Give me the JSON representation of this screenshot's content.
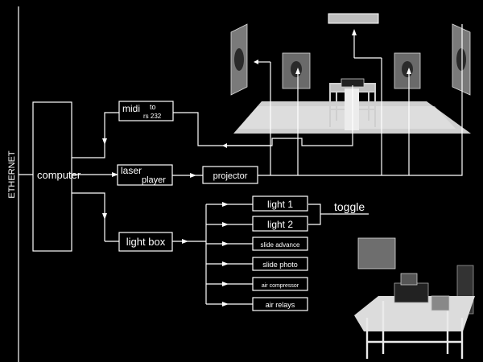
{
  "labels": {
    "ethernet": "ETHERNET",
    "computer": "computer",
    "midi_line1": "midi",
    "midi_to": "to",
    "midi_line2": "rs 232",
    "laser_line1": "laser",
    "laser_line2": "player",
    "projector": "projector",
    "light_box": "light box",
    "light1": "light 1",
    "light2": "light 2",
    "toggle": "toggle",
    "slide_advance": "slide advance",
    "slide_photo": "slide photo",
    "air_compressor": "air compressor",
    "air_relays": "air relays"
  },
  "colors": {
    "background": "#000000",
    "line": "#ffffff",
    "stage_floor": "#cfcfcf",
    "screen": "#6a6a6a"
  }
}
